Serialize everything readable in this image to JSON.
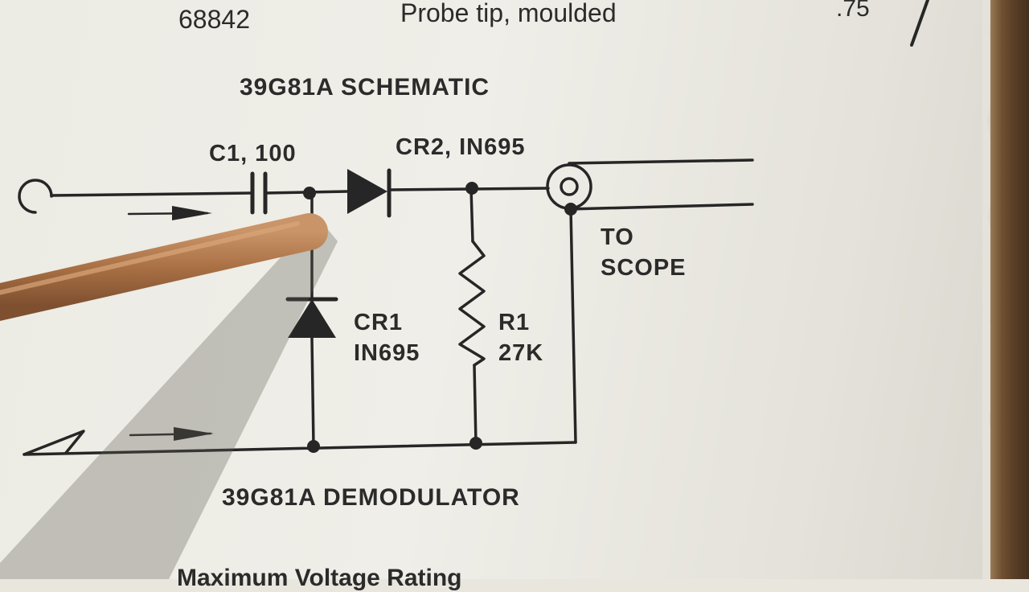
{
  "parts_row": {
    "part_number": "68842",
    "description": "Probe tip, moulded",
    "price": ".75"
  },
  "schematic_title": "39G81A SCHEMATIC",
  "demodulator_title": "39G81A DEMODULATOR",
  "footer_text": "Maximum Voltage Rating",
  "components": {
    "c1": "C1, 100",
    "cr2": "CR2, IN695",
    "cr1_ref": "CR1",
    "cr1_part": "IN695",
    "r1_ref": "R1",
    "r1_value": "27K"
  },
  "output_label": {
    "line1": "TO",
    "line2": "SCOPE"
  },
  "colors": {
    "ink": "#262626",
    "paper": "#eeede7",
    "pointer": "#b07a4e"
  }
}
